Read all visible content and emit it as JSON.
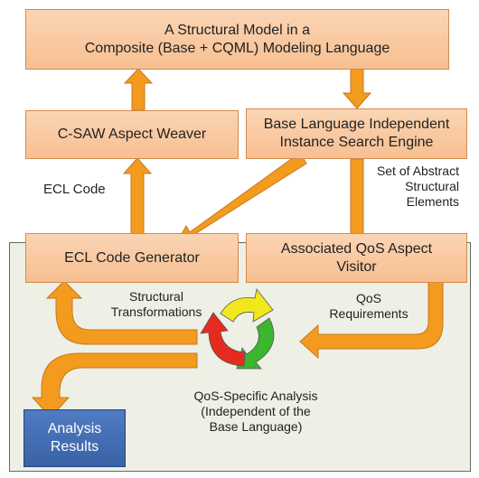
{
  "boxes": {
    "structural_model": "A Structural Model in a\nComposite (Base + CQML)  Modeling Language",
    "aspect_weaver": "C-SAW Aspect Weaver",
    "search_engine": "Base Language Independent\nInstance Search  Engine",
    "code_generator": "ECL Code Generator",
    "aspect_visitor": "Associated QoS Aspect\nVisitor",
    "analysis_results": "Analysis\nResults"
  },
  "labels": {
    "ecl_code": "ECL Code",
    "abstract_elements": "Set of Abstract\nStructural\nElements",
    "structural_transformations": "Structural\nTransformations",
    "qos_requirements": "QoS\nRequirements",
    "qos_analysis": "QoS-Specific Analysis\n(Independent of the\nBase Language)"
  },
  "colors": {
    "box_fill": "#f9c9a0",
    "arrow": "#f39b1f",
    "results_fill": "#3f6db3",
    "region_fill": "#eef0e6",
    "cycle_red": "#e52b1f",
    "cycle_yellow": "#f0e81c",
    "cycle_green": "#3cb52f"
  }
}
